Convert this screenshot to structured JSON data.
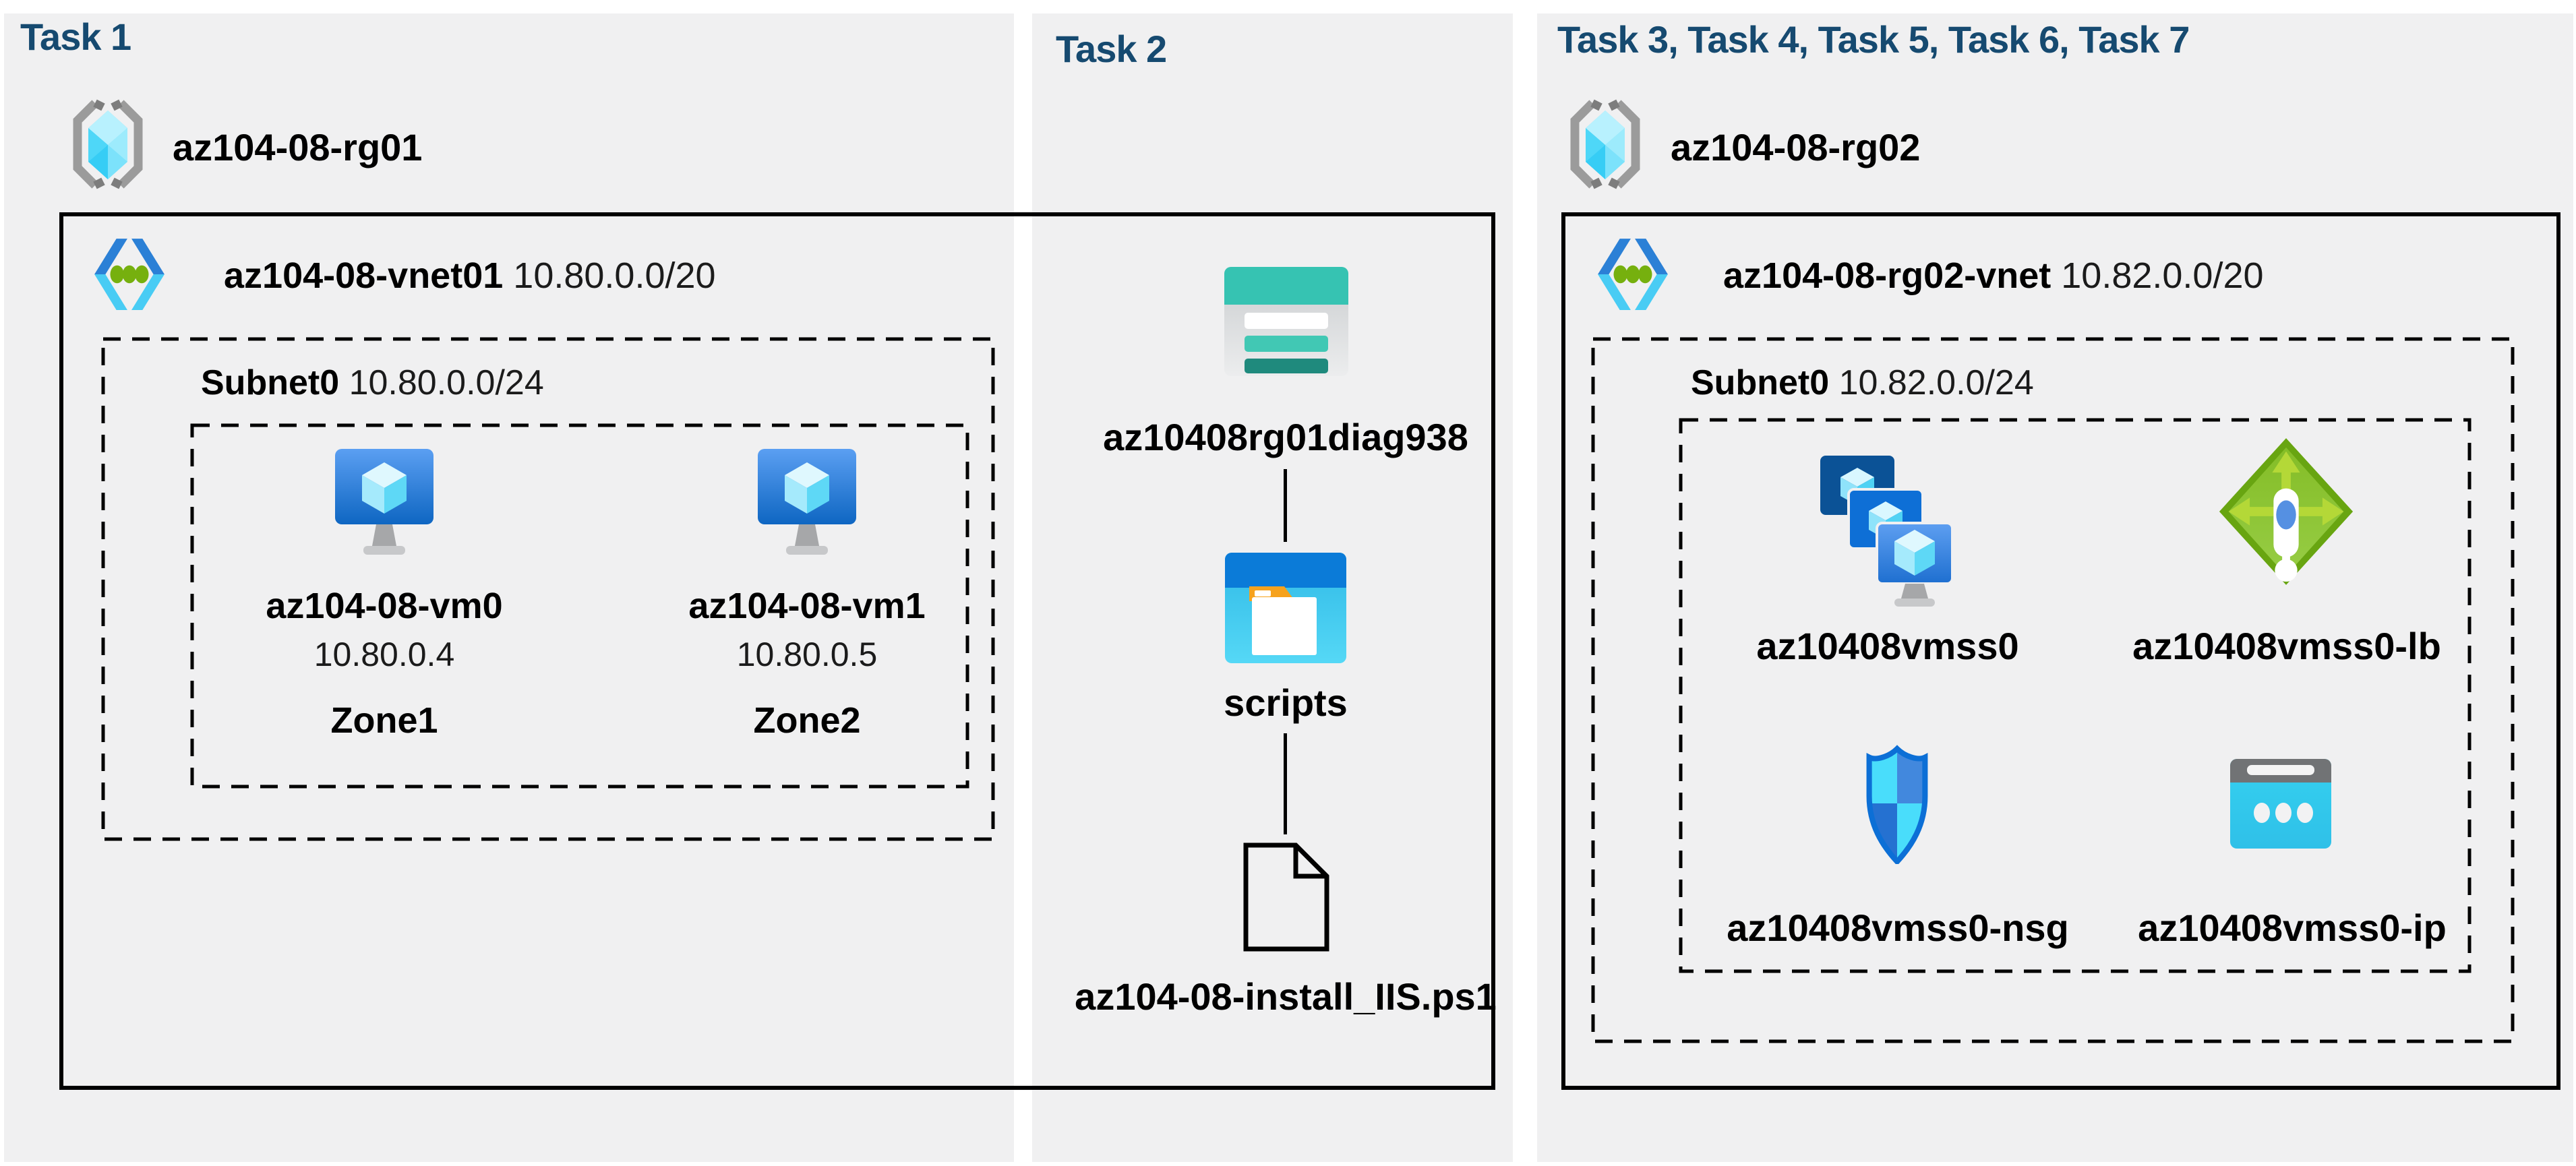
{
  "colors": {
    "panel_bg": "#f0f0f1",
    "heading": "#164a70",
    "label": "#000000",
    "storage_teal": "#36c3b2",
    "blob_blue": "#0b7bd8",
    "lb_green": "#68a511",
    "ip_cyan": "#35d1f0"
  },
  "task1": {
    "heading": "Task 1",
    "resource_group": {
      "name": "az104-08-rg01",
      "icon": "resource-group-icon"
    },
    "vnet": {
      "name": "az104-08-vnet01",
      "cidr": "10.80.0.0/20",
      "icon": "virtual-network-icon"
    },
    "subnet": {
      "name": "Subnet0",
      "cidr": "10.80.0.0/24"
    },
    "vms": [
      {
        "name": "az104-08-vm0",
        "ip": "10.80.0.4",
        "zone": "Zone1",
        "icon": "virtual-machine-icon"
      },
      {
        "name": "az104-08-vm1",
        "ip": "10.80.0.5",
        "zone": "Zone2",
        "icon": "virtual-machine-icon"
      }
    ]
  },
  "task2": {
    "heading": "Task 2",
    "storage_account": {
      "name": "az10408rg01diag938",
      "icon": "storage-account-icon"
    },
    "container": {
      "name": "scripts",
      "icon": "blob-container-icon"
    },
    "file": {
      "name": "az104-08-install_IIS.ps1",
      "icon": "file-icon"
    }
  },
  "task3": {
    "heading": "Task 3, Task 4, Task 5, Task 6, Task 7",
    "resource_group": {
      "name": "az104-08-rg02",
      "icon": "resource-group-icon"
    },
    "vnet": {
      "name": "az104-08-rg02-vnet",
      "cidr": "10.82.0.0/20",
      "icon": "virtual-network-icon"
    },
    "subnet": {
      "name": "Subnet0",
      "cidr": "10.82.0.0/24"
    },
    "resources": [
      {
        "name": "az10408vmss0",
        "icon": "vm-scale-set-icon"
      },
      {
        "name": "az10408vmss0-lb",
        "icon": "load-balancer-icon"
      },
      {
        "name": "az10408vmss0-nsg",
        "icon": "network-security-group-icon"
      },
      {
        "name": "az10408vmss0-ip",
        "icon": "public-ip-icon"
      }
    ]
  }
}
